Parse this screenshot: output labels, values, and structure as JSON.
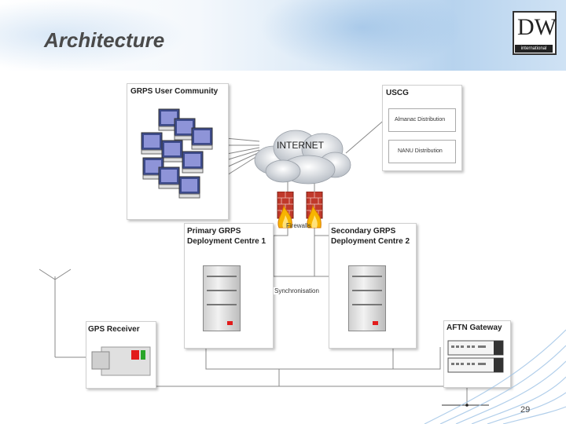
{
  "slide": {
    "title": "Architecture",
    "page_number": "29"
  },
  "logo": {
    "initials": "DW",
    "subtitle": "international"
  },
  "nodes": {
    "user_community": "GRPS User Community",
    "uscg": "USCG",
    "almanac": "Almanac Distribution",
    "nanu": "NANU Distribution",
    "internet": "INTERNET",
    "firewalls": "Firewalls",
    "primary": [
      "Primary GRPS",
      "Deployment Centre 1"
    ],
    "secondary": [
      "Secondary GRPS",
      "Deployment Centre 2"
    ],
    "sync": "Synchronisation",
    "gps": "GPS Receiver",
    "aftn": "AFTN Gateway"
  },
  "colors": {
    "firewall_brick": "#c0392b",
    "flame": "#f7b500",
    "led_red": "#e21b1b",
    "led_green": "#2aa52a"
  }
}
